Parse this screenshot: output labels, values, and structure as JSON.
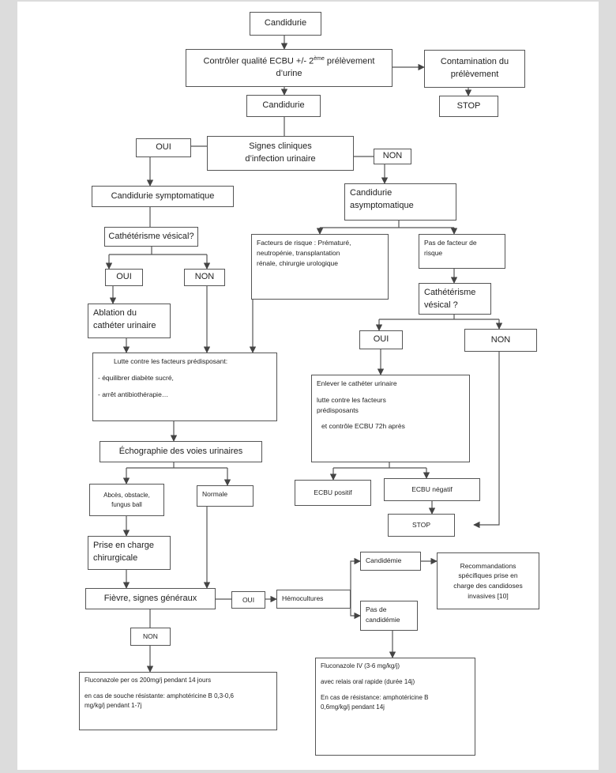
{
  "nodes": {
    "candidurie_top": "Candidurie",
    "controle_main": "Contrôler qualité ECBU +/- 2",
    "controle_sup": "ème",
    "controle_rest": " prélèvement",
    "controle_line2": "d’urine",
    "contamination_l1": "Contamination du",
    "contamination_l2": "prélèvement",
    "stop_1": "STOP",
    "candidurie_2": "Candidurie",
    "oui_1": "OUI",
    "signes_l1": "Signes cliniques",
    "signes_l2": "d’infection urinaire",
    "non_1": "NON",
    "cand_sympt": "Candidurie symptomatique",
    "cand_asympt_l1": "Candidurie",
    "cand_asympt_l2": "asymptomatique",
    "cath_q1": "Cathétérisme vésical?",
    "oui_2": "OUI",
    "non_2": "NON",
    "risk_l1": "Facteurs de risque : Prématuré,",
    "risk_l2": "neutropénie, transplantation",
    "risk_l3": "rénale, chirurgie urologique",
    "no_risk_l1": "Pas de facteur de",
    "no_risk_l2": "risque",
    "cath_q2_l1": "Cathétérisme",
    "cath_q2_l2": "vésical ?",
    "ablation_l1": "Ablation du",
    "ablation_l2": "cathéter urinaire",
    "oui_3": "OUI",
    "non_3": "NON",
    "lutte_l1": "Lutte contre les facteurs prédisposant:",
    "lutte_l2": "- équilibrer diabète sucré,",
    "lutte_l3": "- arrêt antibiothérapie…",
    "enlever_l1": "Enlever le cathéter urinaire",
    "enlever_l2": "lutte contre les facteurs",
    "enlever_l3": "prédisposants",
    "enlever_l4": "et contrôle ECBU 72h après",
    "echo": "Échographie des voies urinaires",
    "ecbu_pos": "ECBU positif",
    "ecbu_neg": "ECBU négatif",
    "stop_2": "STOP",
    "abces_l1": "Abcès, obstacle,",
    "abces_l2": "fungus ball",
    "normale": "Normale",
    "chir_l1": "Prise en charge",
    "chir_l2": "chirurgicale",
    "fievre": "Fièvre, signes généraux",
    "oui_4": "OUI",
    "hemo": "Hémocultures",
    "candidemie": "Candidémie",
    "pas_cand_l1": "Pas de",
    "pas_cand_l2": "candidémie",
    "reco_l1": "Recommandations",
    "reco_l2": "spécifiques  prise en",
    "reco_l3": "charge des candidoses",
    "reco_l4": "invasives [10]",
    "non_4": "NON",
    "fluco_os_l1": "Fluconazole per os 200mg/j pendant 14 jours",
    "fluco_os_l2": "en cas  de souche résistante: amphotéricine B 0,3-0,6",
    "fluco_os_l3": "mg/kg/j pendant 1-7j",
    "fluco_iv_l1": "Fluconazole IV (3-6 mg/kg/j)",
    "fluco_iv_l2": "avec relais oral rapide (durée 14j)",
    "fluco_iv_l3": "En cas de résistance: amphotéricine B",
    "fluco_iv_l4": "0,6mg/kg/j pendant 14j"
  }
}
